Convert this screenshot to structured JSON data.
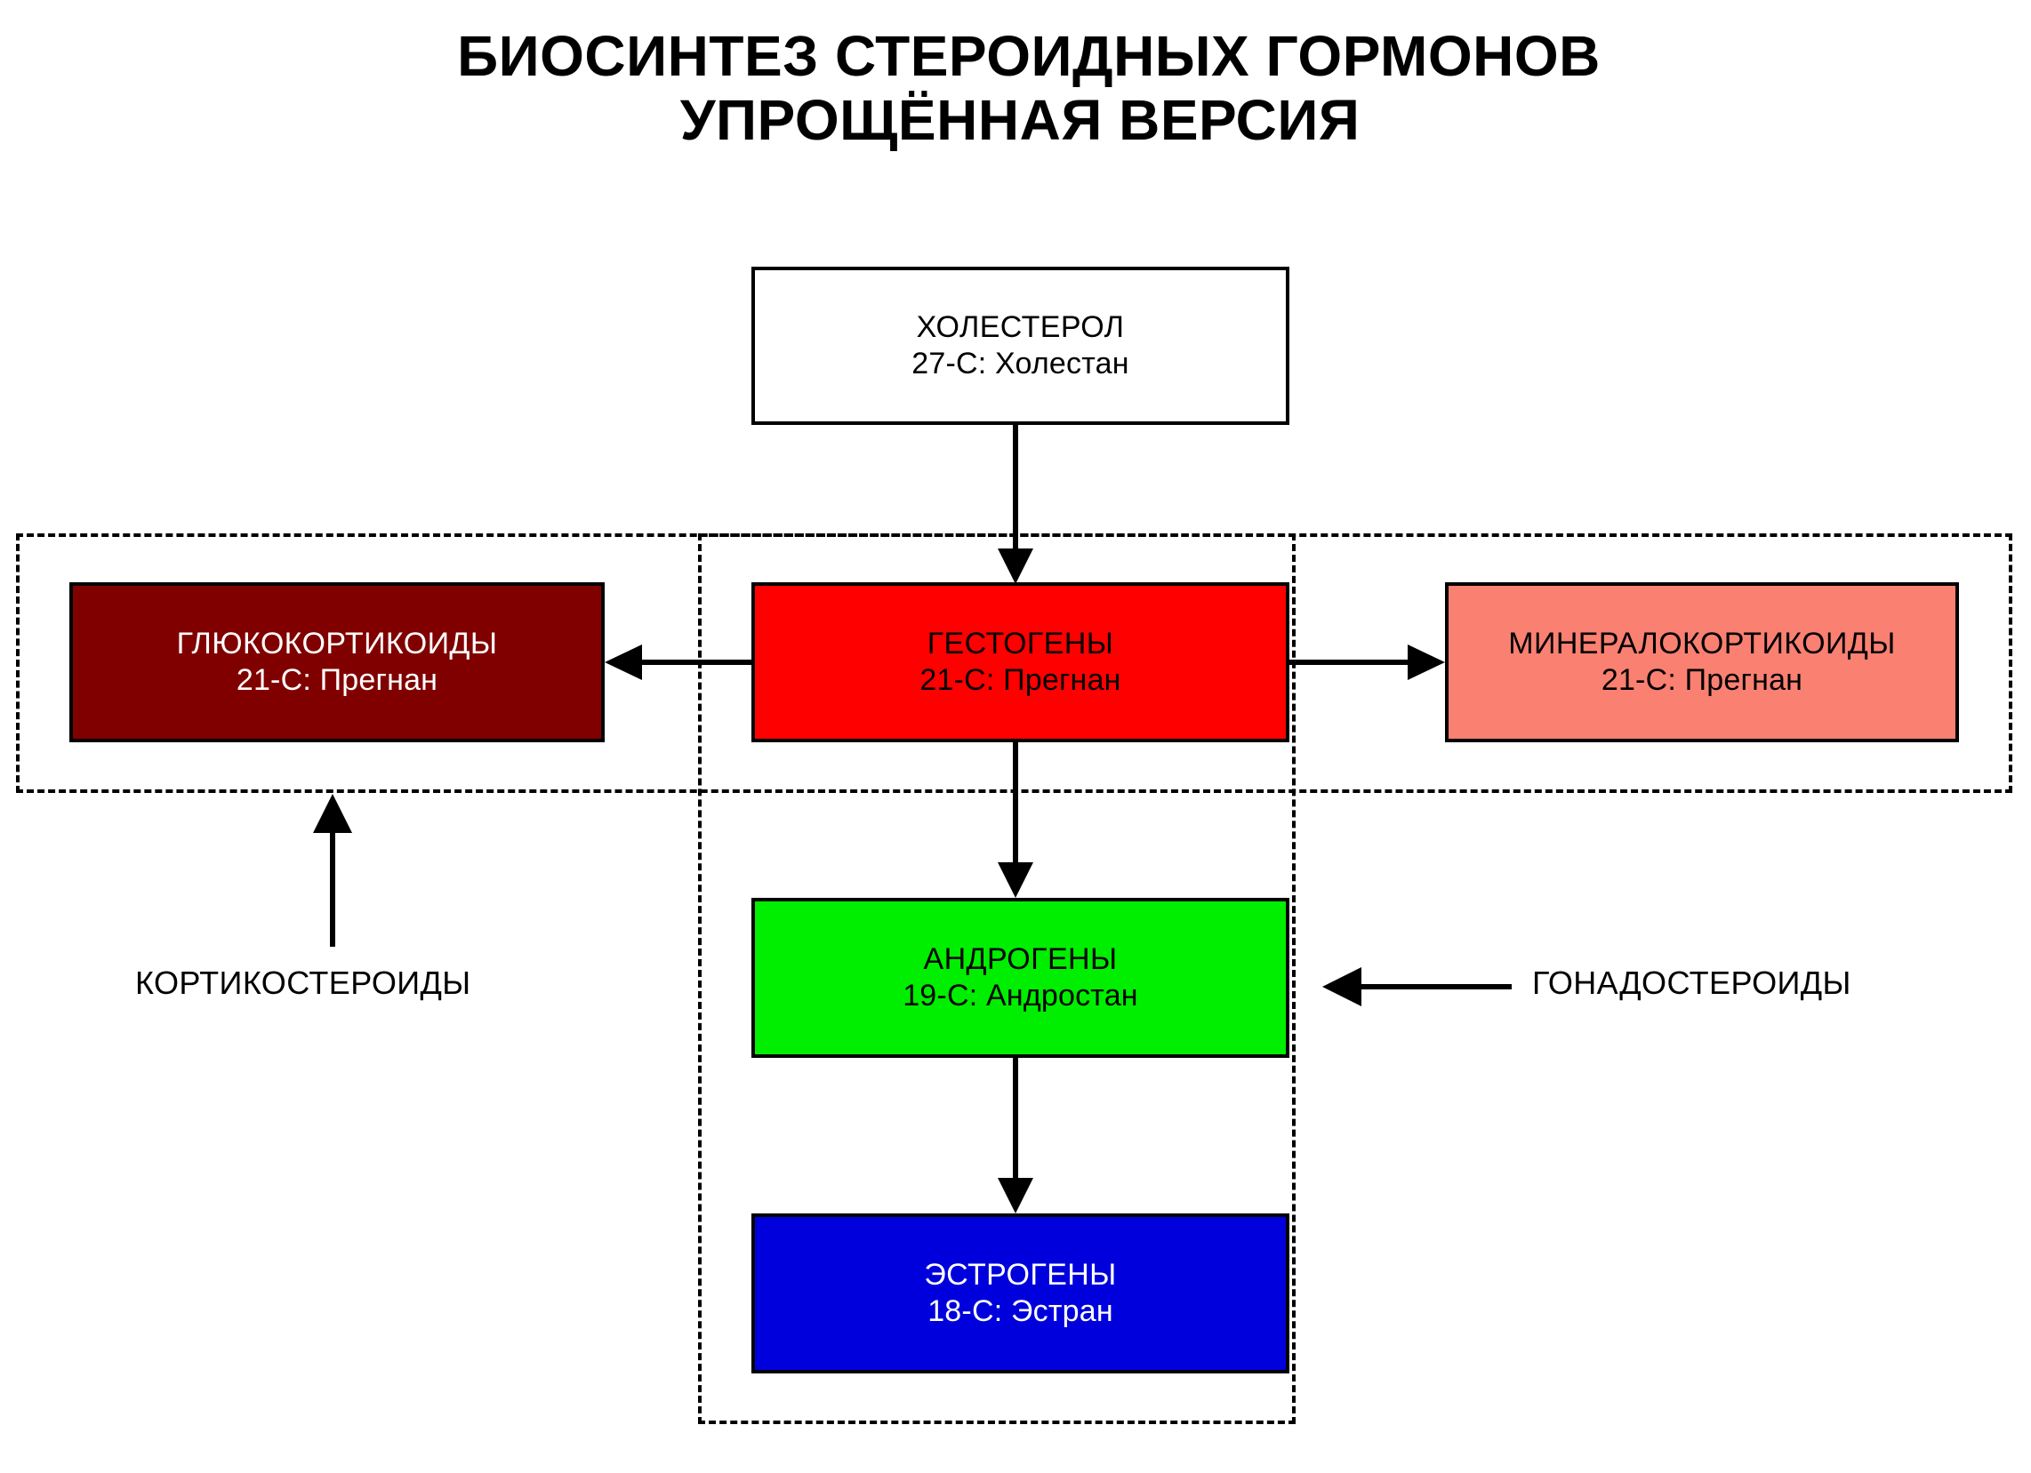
{
  "title": {
    "line1": "БИОСИНТЕЗ СТЕРОИДНЫХ ГОРМОНОВ",
    "line2": "УПРОЩЁННАЯ ВЕРСИЯ"
  },
  "nodes": {
    "cholesterol": {
      "name": "ХОЛЕСТЕРОЛ",
      "formula": "27-С: Холестан",
      "fill": "#ffffff",
      "text_color": "#000000"
    },
    "glucocorticoids": {
      "name": "ГЛЮКОКОРТИКОИДЫ",
      "formula": "21-С: Прегнан",
      "fill": "#800000",
      "text_color": "#ffffff"
    },
    "gestagens": {
      "name": "ГЕСТОГЕНЫ",
      "formula": "21-С: Прегнан",
      "fill": "#ff0000",
      "text_color": "#000000"
    },
    "mineralocorticoids": {
      "name": "МИНЕРАЛОКОРТИКОИДЫ",
      "formula": "21-С: Прегнан",
      "fill": "#fa8072",
      "text_color": "#000000"
    },
    "androgens": {
      "name": "АНДРОГЕНЫ",
      "formula": "19-С: Андростан",
      "fill": "#00ee00",
      "text_color": "#000000"
    },
    "estrogens": {
      "name": "ЭСТРОГЕНЫ",
      "formula": "18-С: Эстран",
      "fill": "#0000dd",
      "text_color": "#ffffff"
    }
  },
  "regions": {
    "corticosteroids": {
      "caption": "КОРТИКОСТЕРОИДЫ"
    },
    "gonadosteroids": {
      "caption": "ГОНАДОСТЕРОИДЫ"
    }
  },
  "arrows": [
    {
      "from": "cholesterol",
      "to": "gestagens",
      "direction": "down"
    },
    {
      "from": "gestagens",
      "to": "glucocorticoids",
      "direction": "left"
    },
    {
      "from": "gestagens",
      "to": "mineralocorticoids",
      "direction": "right"
    },
    {
      "from": "gestagens",
      "to": "androgens",
      "direction": "down"
    },
    {
      "from": "androgens",
      "to": "estrogens",
      "direction": "down"
    },
    {
      "from": "corticosteroids-caption",
      "to": "corticosteroids-region",
      "direction": "up"
    },
    {
      "from": "gonadosteroids-caption",
      "to": "gonadosteroids-region",
      "direction": "left"
    }
  ],
  "colors": {
    "stroke": "#000000",
    "background": "#ffffff"
  }
}
